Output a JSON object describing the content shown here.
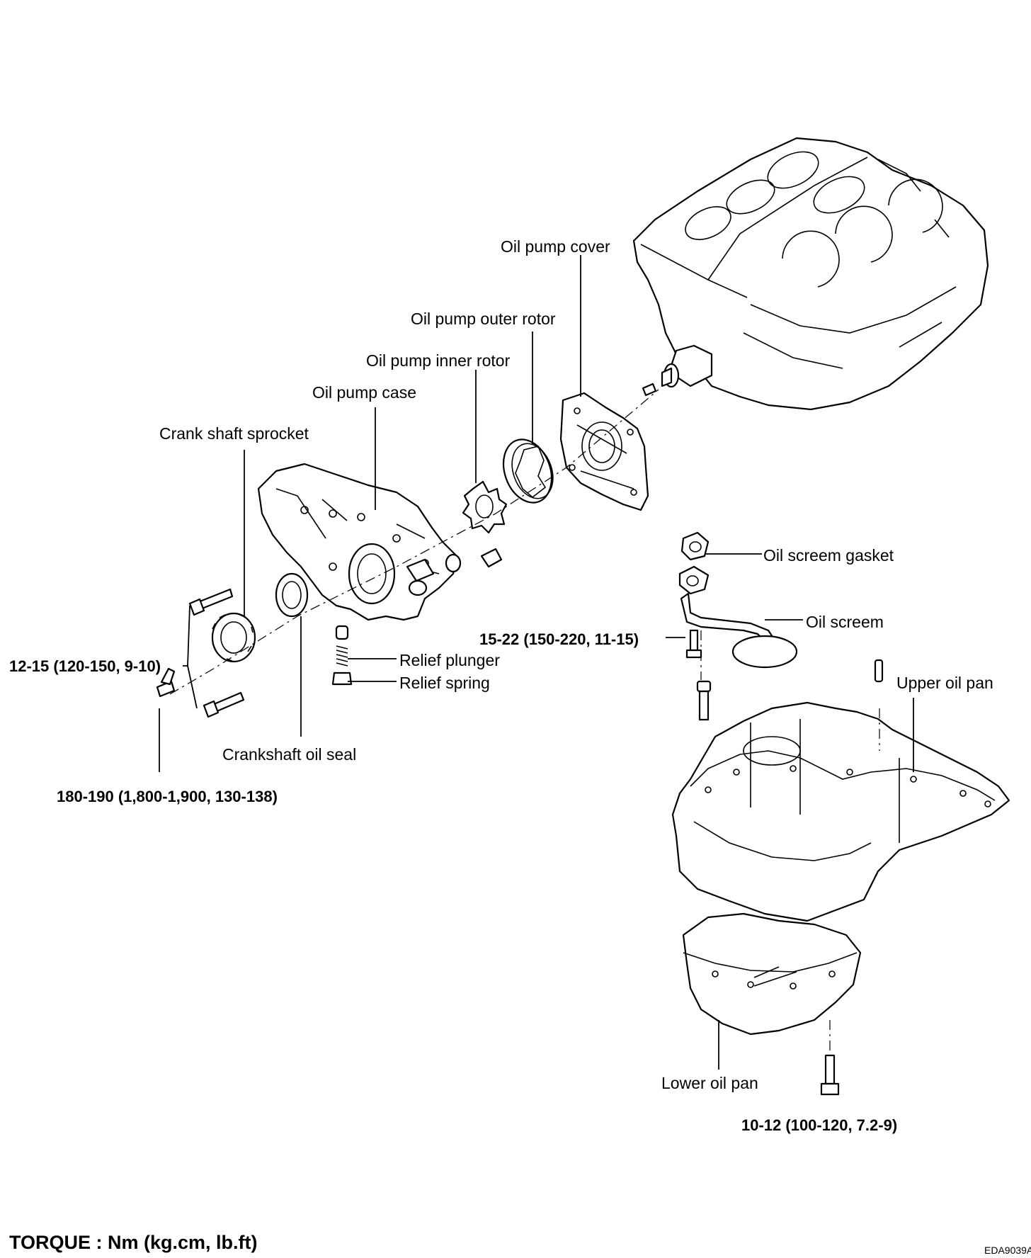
{
  "parts": {
    "oil_pump_cover": "Oil pump cover",
    "oil_pump_outer_rotor": "Oil pump outer rotor",
    "oil_pump_inner_rotor": "Oil pump inner rotor",
    "oil_pump_case": "Oil pump case",
    "crank_shaft_sprocket": "Crank shaft sprocket",
    "oil_screem_gasket": "Oil screem gasket",
    "oil_screem": "Oil screem",
    "relief_plunger": "Relief plunger",
    "relief_spring": "Relief spring",
    "crankshaft_oil_seal": "Crankshaft oil seal",
    "upper_oil_pan": "Upper oil pan",
    "lower_oil_pan": "Lower oil pan"
  },
  "torques": {
    "screen_bolt": "15-22 (150-220, 11-15)",
    "case_bolts": "12-15 (120-150, 9-10)",
    "crank_bolt": "180-190 (1,800-1,900, 130-138)",
    "lower_pan_bolt": "10-12 (100-120, 7.2-9)"
  },
  "footer": {
    "torque_note": "TORQUE : Nm (kg.cm, lb.ft)",
    "figure_code": "EDA9039A"
  }
}
